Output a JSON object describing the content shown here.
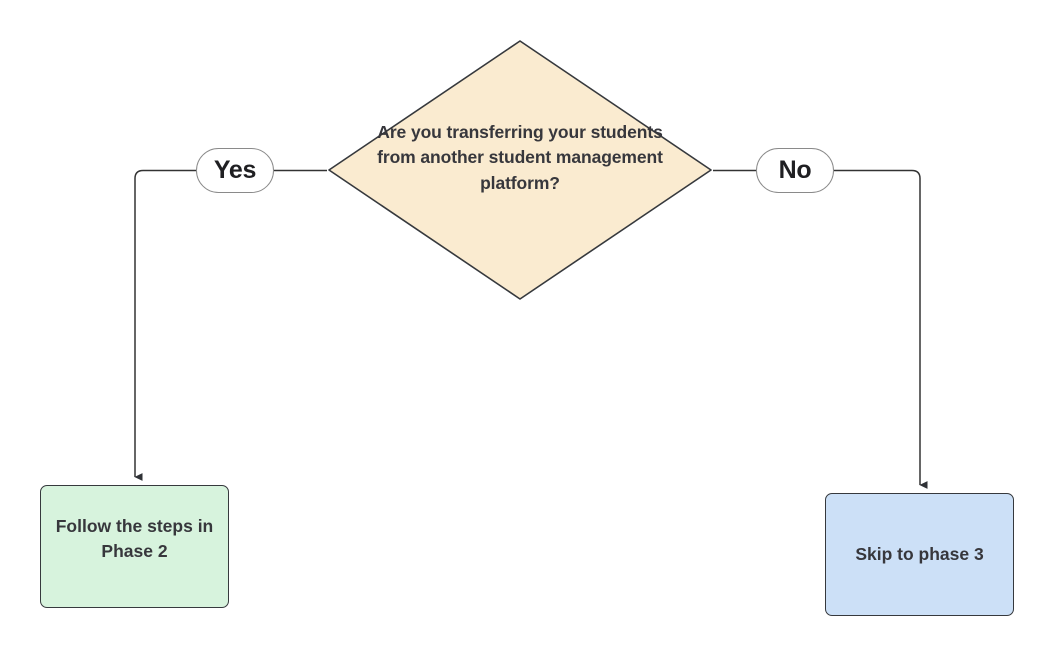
{
  "diagram": {
    "type": "flowchart",
    "orientation": "top-down-split",
    "background_color": "#ffffff",
    "nodes": {
      "decision": {
        "shape": "diamond",
        "text": "Are you transferring your students from another student management platform?",
        "fill_color": "#faebd0",
        "stroke_color": "#36393d",
        "text_color": "#37373c"
      },
      "phase2": {
        "shape": "rounded-rectangle",
        "text": "Follow the steps in Phase 2",
        "fill_color": "#d7f3dd",
        "stroke_color": "#36393d",
        "text_color": "#37373c"
      },
      "phase3": {
        "shape": "rounded-rectangle",
        "text": "Skip to phase 3",
        "fill_color": "#cce0f7",
        "stroke_color": "#36393d",
        "text_color": "#37373c"
      }
    },
    "edges": [
      {
        "from": "decision",
        "to": "phase2",
        "label": "Yes",
        "arrowhead": "filled-triangle",
        "stroke_color": "#333333"
      },
      {
        "from": "decision",
        "to": "phase3",
        "label": "No",
        "arrowhead": "filled-triangle",
        "stroke_color": "#333333"
      }
    ]
  }
}
